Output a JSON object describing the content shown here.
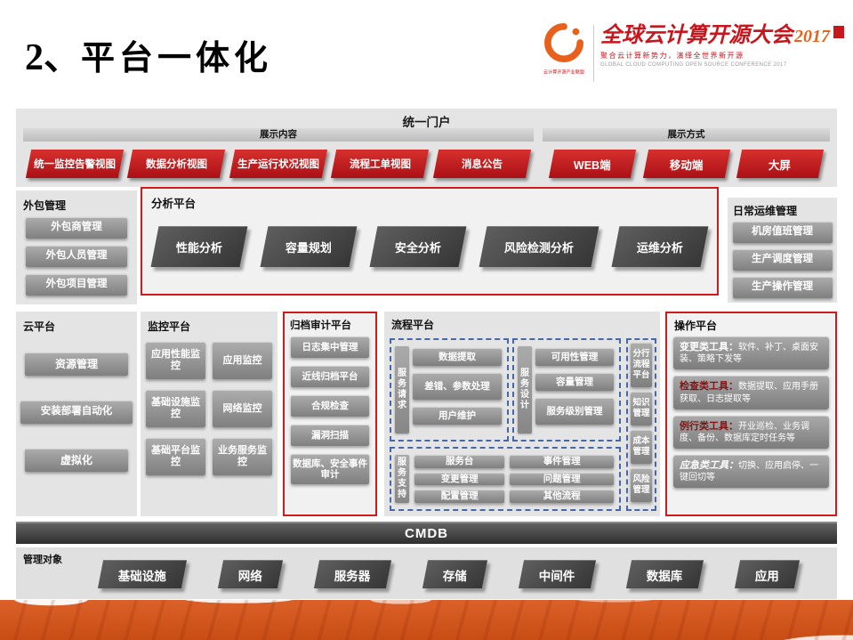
{
  "slide": {
    "number": "2、",
    "title": "平台一体化"
  },
  "logo": {
    "org": "云计算开源产业联盟",
    "title": "全球云计算开源大会",
    "year": "2017",
    "slogan": "聚合云计算新势力，演绎全世界新开源",
    "slogan_en": "GLOBAL CLOUD COMPUTING OPEN SOURCE CONFERENCE 2017"
  },
  "portal": {
    "title": "统一门户",
    "content": {
      "label": "展示内容",
      "items": [
        "统一监控告警视图",
        "数据分析视图",
        "生产运行状况视图",
        "流程工单视图",
        "消息公告"
      ]
    },
    "mode": {
      "label": "展示方式",
      "items": [
        "WEB端",
        "移动端",
        "大屏"
      ]
    }
  },
  "outsourcing": {
    "title": "外包管理",
    "items": [
      "外包商管理",
      "外包人员管理",
      "外包项目管理"
    ]
  },
  "analysis": {
    "title": "分析平台",
    "items": [
      "性能分析",
      "容量规划",
      "安全分析",
      "风险检测分析",
      "运维分析"
    ]
  },
  "daily_ops": {
    "title": "日常运维管理",
    "items": [
      "机房值班管理",
      "生产调度管理",
      "生产操作管理"
    ]
  },
  "cloud": {
    "title": "云平台",
    "items": [
      "资源管理",
      "安装部署自动化",
      "虚拟化"
    ]
  },
  "monitoring": {
    "title": "监控平台",
    "items": [
      "应用性能监控",
      "应用监控",
      "基础设施监控",
      "网络监控",
      "基础平台监控",
      "业务服务监控"
    ]
  },
  "archive": {
    "title": "归档审计平台",
    "items": [
      "日志集中管理",
      "近线归档平台",
      "合规检查",
      "漏洞扫描",
      "数据库、安全事件审计"
    ]
  },
  "process": {
    "title": "流程平台",
    "request": {
      "label": "服务请求",
      "items": [
        "数据提取",
        "差错、参数处理",
        "用户维护"
      ]
    },
    "design": {
      "label": "服务设计",
      "items": [
        "可用性管理",
        "容量管理",
        "服务级别管理"
      ]
    },
    "support": {
      "label": "服务支持",
      "items": [
        "服务台",
        "事件管理",
        "变更管理",
        "问题管理",
        "配置管理",
        "其他流程"
      ]
    },
    "side": [
      "分行流程平台",
      "知识管理",
      "成本管理",
      "风险管理"
    ]
  },
  "operation": {
    "title": "操作平台",
    "items": [
      {
        "label": "变更类工具：",
        "desc": "软件、补丁、桌面安装、策略下发等"
      },
      {
        "label": "检查类工具：",
        "desc": "数据提取、应用手册获取、日志提取等"
      },
      {
        "label": "例行类工具：",
        "desc": "开业巡检、业务调度、备份、数据库定时任务等"
      },
      {
        "label": "应急类工具：",
        "desc": "切换、应用启停、一键回切等"
      }
    ]
  },
  "cmdb": {
    "label": "CMDB"
  },
  "objects": {
    "title": "管理对象",
    "items": [
      "基础设施",
      "网络",
      "服务器",
      "存储",
      "中间件",
      "数据库",
      "应用"
    ]
  },
  "colors": {
    "accent_red": "#c8161d",
    "button_dark": "#3d3d3d",
    "button_gray": "#8f8f8f",
    "band_orange": "#d2551d",
    "dash_blue": "#4668a8"
  }
}
